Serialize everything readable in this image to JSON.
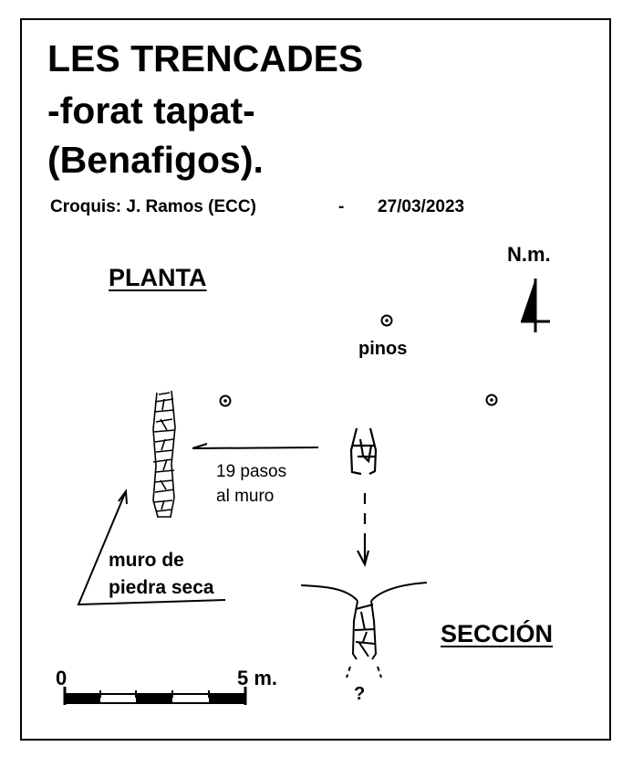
{
  "title": {
    "line1": "LES  TRENCADES",
    "line2": "-forat  tapat-",
    "line3": "(Benafigos)."
  },
  "credit": {
    "author": "Croquis: J. Ramos (ECC)",
    "separator": "-",
    "date": "27/03/2023"
  },
  "north_label": "N.m.",
  "plan_label": "PLANTA",
  "section_label": "SECCIÓN",
  "trees_label": "pinos",
  "distance_label": {
    "line1": "19 pasos",
    "line2": "al muro"
  },
  "wall_label": {
    "line1": "muro de",
    "line2": "piedra seca"
  },
  "unknown_mark": "?",
  "scale": {
    "start": "0",
    "end": "5 m."
  }
}
